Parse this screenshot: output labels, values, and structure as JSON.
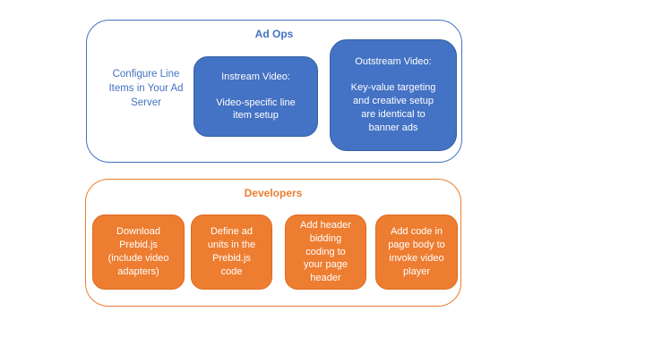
{
  "ad_ops": {
    "title": "Ad Ops",
    "side_note": "Configure Line\nItems in Your Ad\nServer",
    "boxes": [
      {
        "title": "Instream Video:",
        "body": "Video-specific line\nitem setup"
      },
      {
        "title": "Outstream Video:",
        "body": "Key-value targeting\nand creative setup\nare identical to\nbanner ads"
      }
    ]
  },
  "developers": {
    "title": "Developers",
    "boxes": [
      {
        "label": "Download\nPrebid.js\n(include video\nadapters)"
      },
      {
        "label": "Define ad\nunits in the\nPrebid.js\ncode"
      },
      {
        "label": "Add header\nbidding\ncoding to\nyour page\nheader"
      },
      {
        "label": "Add code in\npage body to\ninvoke video\nplayer"
      }
    ]
  },
  "colors": {
    "blue": "#4472C4",
    "orange": "#ED7D31"
  }
}
